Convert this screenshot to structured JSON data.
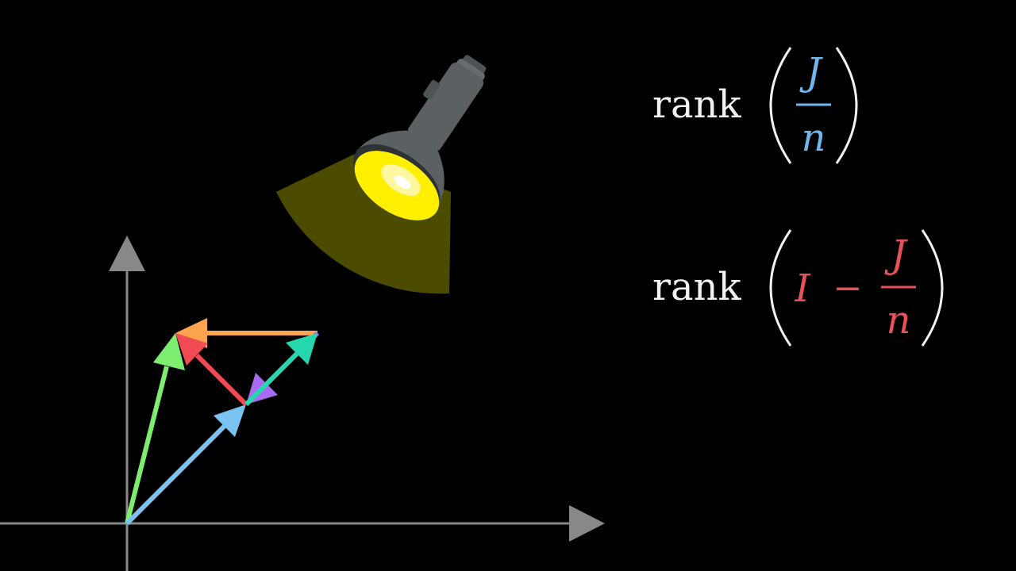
{
  "colors": {
    "background": "#000000",
    "axis": "#888888",
    "text": "#f2f2f2",
    "blue": "#6fb7ee",
    "red": "#e8505a",
    "vector_green": "#7ded6f",
    "vector_blue": "#79c2f2",
    "vector_red": "#f04b53",
    "vector_orange": "#fca44e",
    "vector_purple": "#a86bf2",
    "vector_teal": "#26d6ae",
    "flashlight_body": "#5b6163",
    "flashlight_lens": "#fff000",
    "light_beam": "#4c4c00"
  },
  "icons": [
    "flashlight-icon"
  ],
  "expressions": {
    "first": {
      "func": "rank",
      "numerator": "J",
      "denominator": "n"
    },
    "second": {
      "func": "rank",
      "left_term": "I",
      "operator": "−",
      "numerator": "J",
      "denominator": "n"
    }
  }
}
